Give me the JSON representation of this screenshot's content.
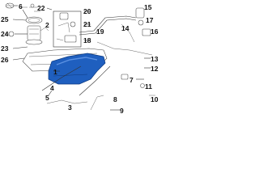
{
  "callouts": {
    "c1": "1",
    "c2": "2",
    "c3": "3",
    "c4": "4",
    "c5": "5",
    "c6": "6",
    "c7": "7",
    "c8": "8",
    "c9": "9",
    "c10": "10",
    "c11": "11",
    "c12": "12",
    "c13": "13",
    "c14": "14",
    "c15": "15",
    "c16": "16",
    "c17": "17",
    "c18": "18",
    "c19": "19",
    "c20": "20",
    "c21": "21",
    "c22": "22",
    "c23": "23",
    "c24": "24",
    "c25": "25",
    "c26": "26"
  },
  "colors": {
    "tank_fill": "#1f5fbf",
    "tank_highlight": "#5d92e3",
    "line": "#333333",
    "background": "#ffffff"
  }
}
